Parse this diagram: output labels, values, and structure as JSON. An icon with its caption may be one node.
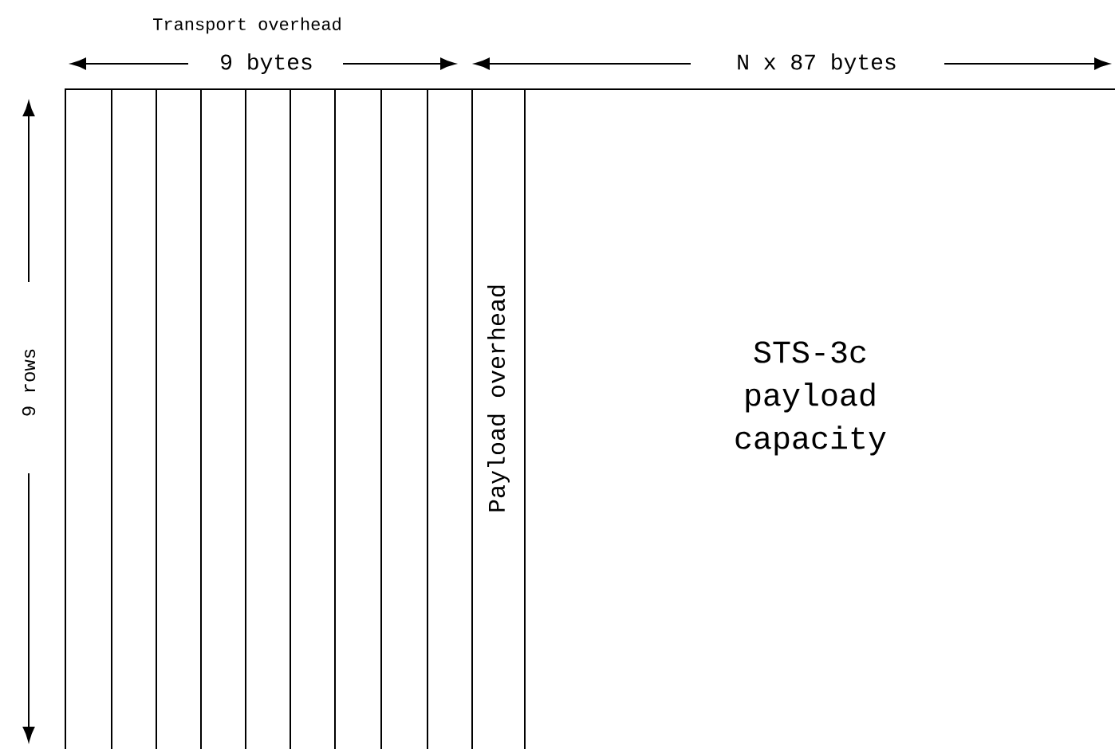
{
  "diagram": {
    "nodes": [
      {
        "text": [],
        "shape": "box"
      },
      {
        "text": [],
        "shape": "box"
      },
      {
        "text": [],
        "shape": "box"
      },
      {
        "text": [],
        "shape": "box"
      },
      {
        "text": [],
        "shape": "box"
      },
      {
        "text": [],
        "shape": "box"
      },
      {
        "text": [],
        "shape": "box"
      },
      {
        "text": [],
        "shape": "box"
      },
      {
        "text": [],
        "shape": "box"
      },
      {
        "text": [
          "Payload overhead"
        ]
      },
      {
        "text": [
          "STS-3c payload capacity"
        ]
      }
    ],
    "edges": [],
    "labels": [
      "Transport overhead",
      "9 bytes",
      "N x 87 bytes",
      "9 rows"
    ]
  }
}
